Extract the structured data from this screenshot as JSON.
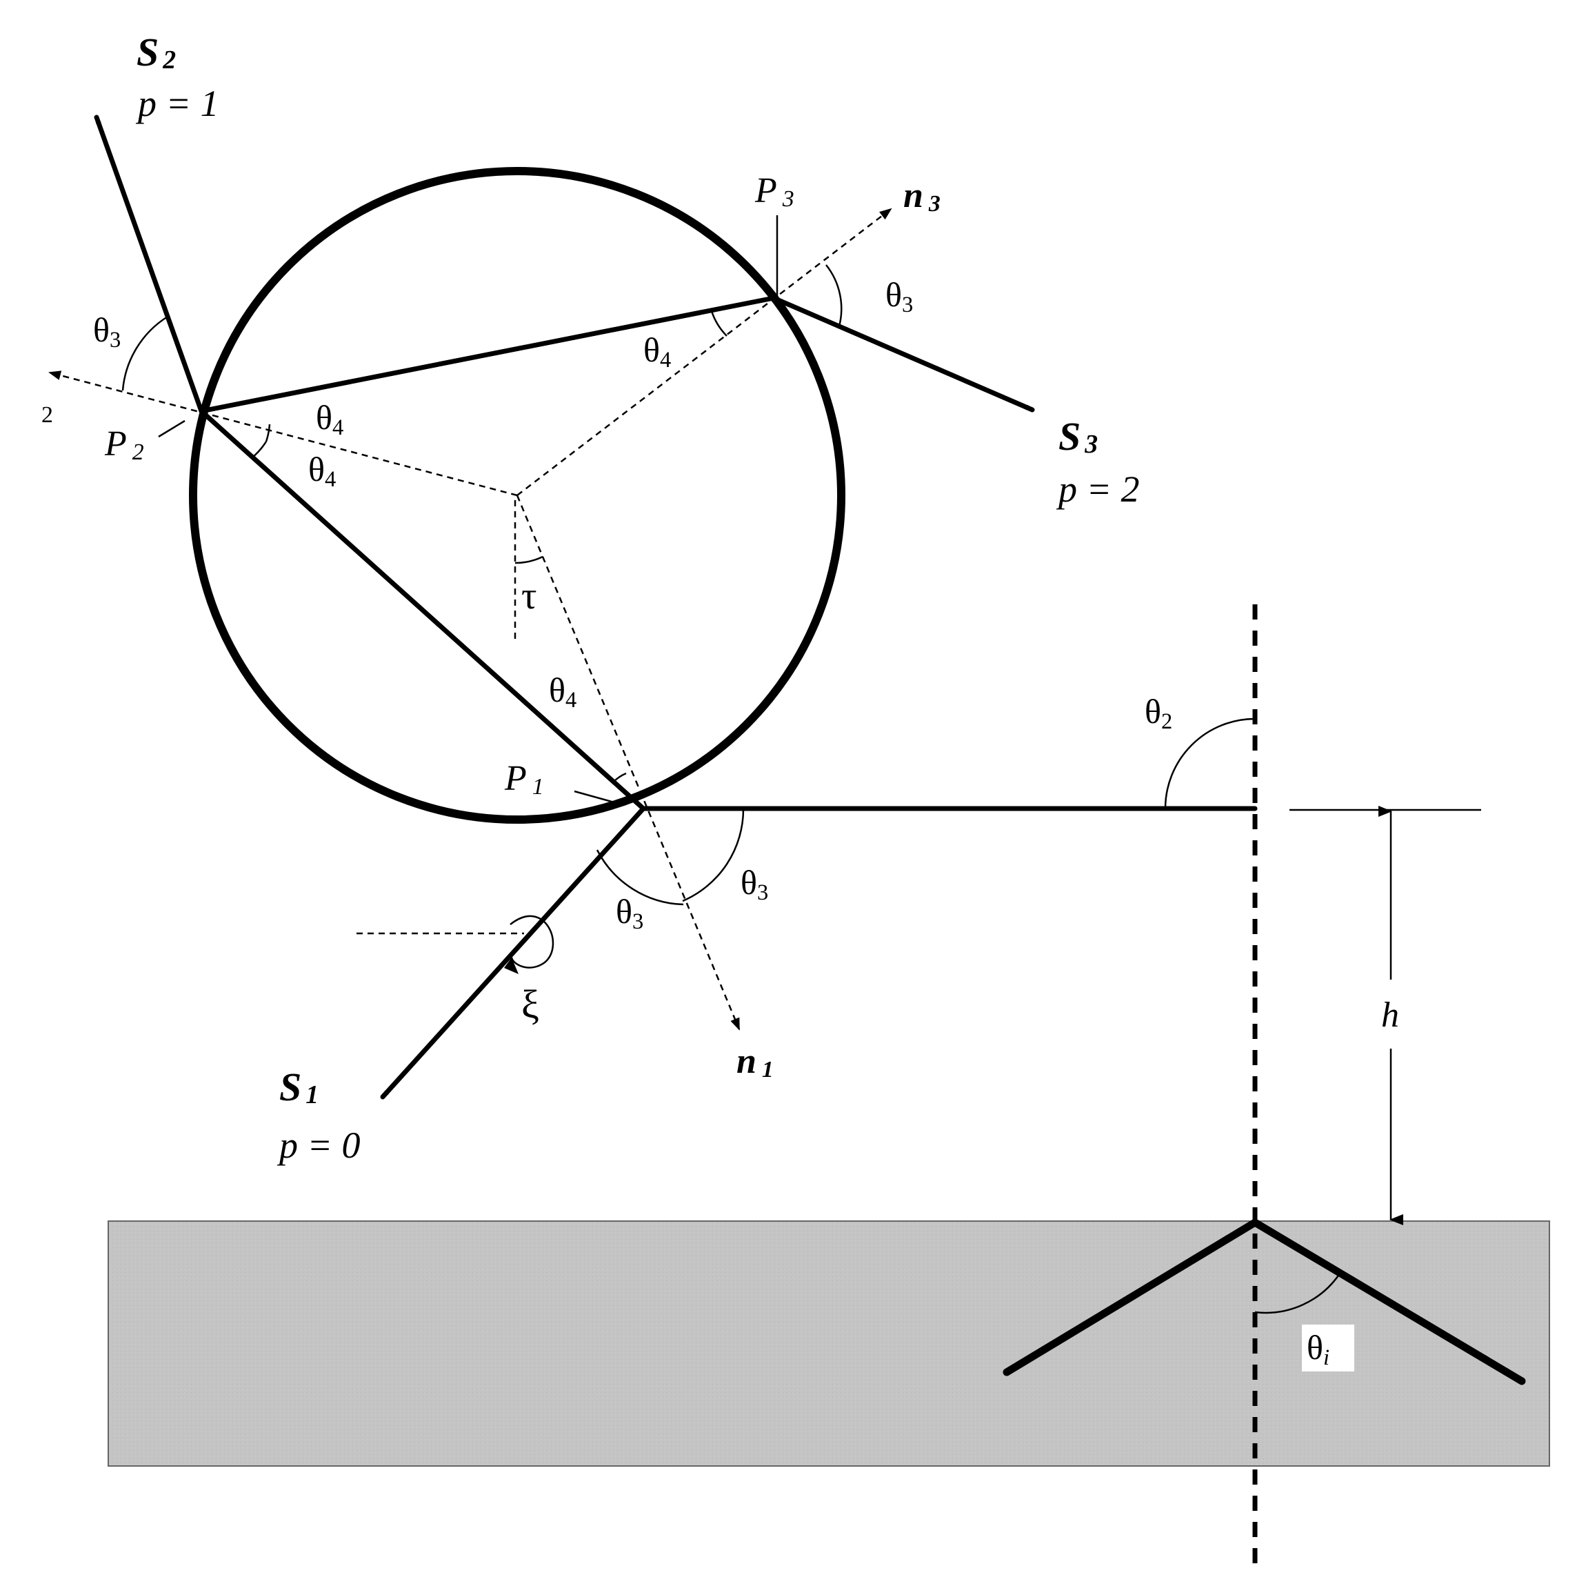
{
  "labels": {
    "S2": {
      "letter": "S",
      "sub": "2",
      "eq": "p = 1"
    },
    "S3": {
      "letter": "S",
      "sub": "3",
      "eq": "p = 2"
    },
    "S1": {
      "letter": "S",
      "sub": "1",
      "eq": "p = 0"
    },
    "P1": {
      "letter": "P",
      "sub": "1"
    },
    "P2": {
      "letter": "P",
      "sub": "2"
    },
    "P3": {
      "letter": "P",
      "sub": "3"
    },
    "n1": {
      "letter": "n",
      "sub": "1"
    },
    "n3": {
      "letter": "n",
      "sub": "3"
    },
    "n2_stub": "2",
    "theta": "θ",
    "sub2": "2",
    "sub3": "3",
    "sub4": "4",
    "subi": "i",
    "tau": "τ",
    "xi": "ξ",
    "h": "h"
  }
}
